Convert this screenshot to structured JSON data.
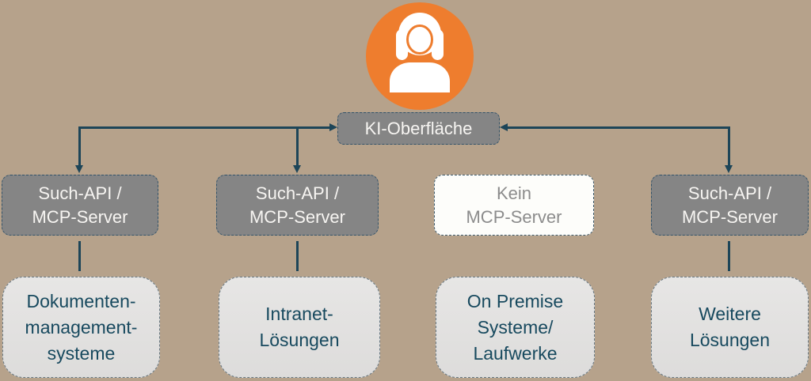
{
  "diagram": {
    "title_node": {
      "label": "KI-Oberfläche",
      "style": "gray"
    },
    "avatar": {
      "icon": "person-icon",
      "color": "#ee7d2e"
    },
    "colors": {
      "background": "#b6a28b",
      "accent_orange": "#ee7d2e",
      "connector_line": "#1d4558",
      "gray_box": "#858585",
      "gray_box_text": "#f7f5f2",
      "light_box": "#e2e1e0",
      "light_box_text": "#17495e",
      "plain_box": "#fdfdfa",
      "plain_box_text": "#8c8c8c"
    },
    "columns": [
      {
        "upper": {
          "label": "Such-API /\nMCP-Server",
          "style": "gray"
        },
        "lower": {
          "label": "Dokumenten-\nmanagement-\nsysteme"
        },
        "connected_to_root": true,
        "upper_lower_link": true
      },
      {
        "upper": {
          "label": "Such-API /\nMCP-Server",
          "style": "gray"
        },
        "lower": {
          "label": "Intranet-\nLösungen"
        },
        "connected_to_root": true,
        "upper_lower_link": true
      },
      {
        "upper": {
          "label": "Kein\nMCP-Server",
          "style": "plain"
        },
        "lower": {
          "label": "On Premise\nSysteme/\nLaufwerke"
        },
        "connected_to_root": false,
        "upper_lower_link": false
      },
      {
        "upper": {
          "label": "Such-API /\nMCP-Server",
          "style": "gray"
        },
        "lower": {
          "label": "Weitere\nLösungen"
        },
        "connected_to_root": true,
        "upper_lower_link": true
      }
    ],
    "connections": [
      {
        "from": "ki-oberflaeche",
        "to": "column-1-upper",
        "arrows": "both-ends"
      },
      {
        "from": "ki-oberflaeche",
        "to": "column-2-upper",
        "arrows": "branch-down"
      },
      {
        "from": "ki-oberflaeche",
        "to": "column-4-upper",
        "arrows": "both-ends"
      },
      {
        "from": "column-1-upper",
        "to": "column-1-lower",
        "arrows": "none"
      },
      {
        "from": "column-2-upper",
        "to": "column-2-lower",
        "arrows": "none"
      },
      {
        "from": "column-4-upper",
        "to": "column-4-lower",
        "arrows": "none"
      }
    ]
  }
}
